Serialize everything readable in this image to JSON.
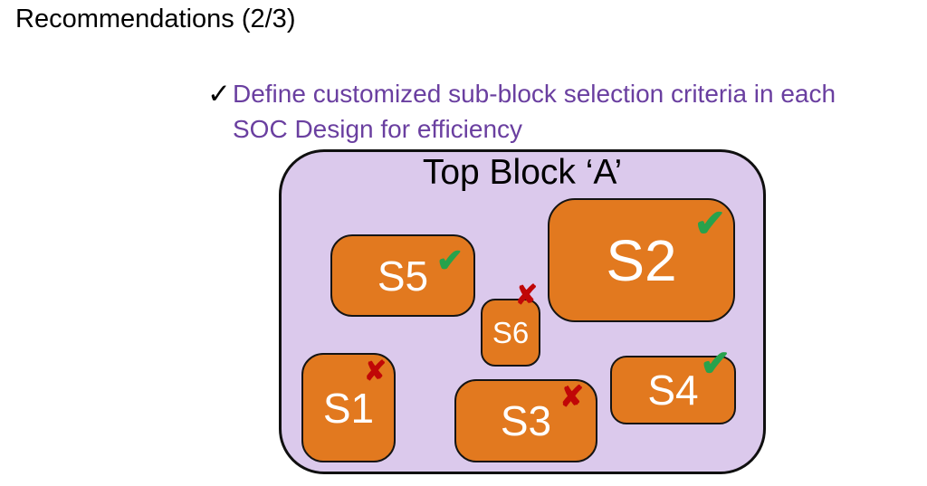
{
  "title": "Recommendations (2/3)",
  "bullet": {
    "marker": "✓",
    "line1": "Define customized sub-block selection criteria in each",
    "line2": "SOC Design for efficiency",
    "text_color": "#6a3fa0"
  },
  "diagram": {
    "container_label": "Top Block ‘A’",
    "container_fill": "#dbc9ec",
    "container_border": "#101010",
    "block_fill": "#e2791f",
    "check_color": "#27a24c",
    "cross_color": "#c00707",
    "blocks": [
      {
        "label": "S1",
        "status": "rejected",
        "mark": "✘"
      },
      {
        "label": "S2",
        "status": "approved",
        "mark": "✔"
      },
      {
        "label": "S3",
        "status": "rejected",
        "mark": "✘"
      },
      {
        "label": "S4",
        "status": "approved",
        "mark": "✔"
      },
      {
        "label": "S5",
        "status": "approved",
        "mark": "✔"
      },
      {
        "label": "S6",
        "status": "rejected",
        "mark": "✘"
      }
    ]
  }
}
